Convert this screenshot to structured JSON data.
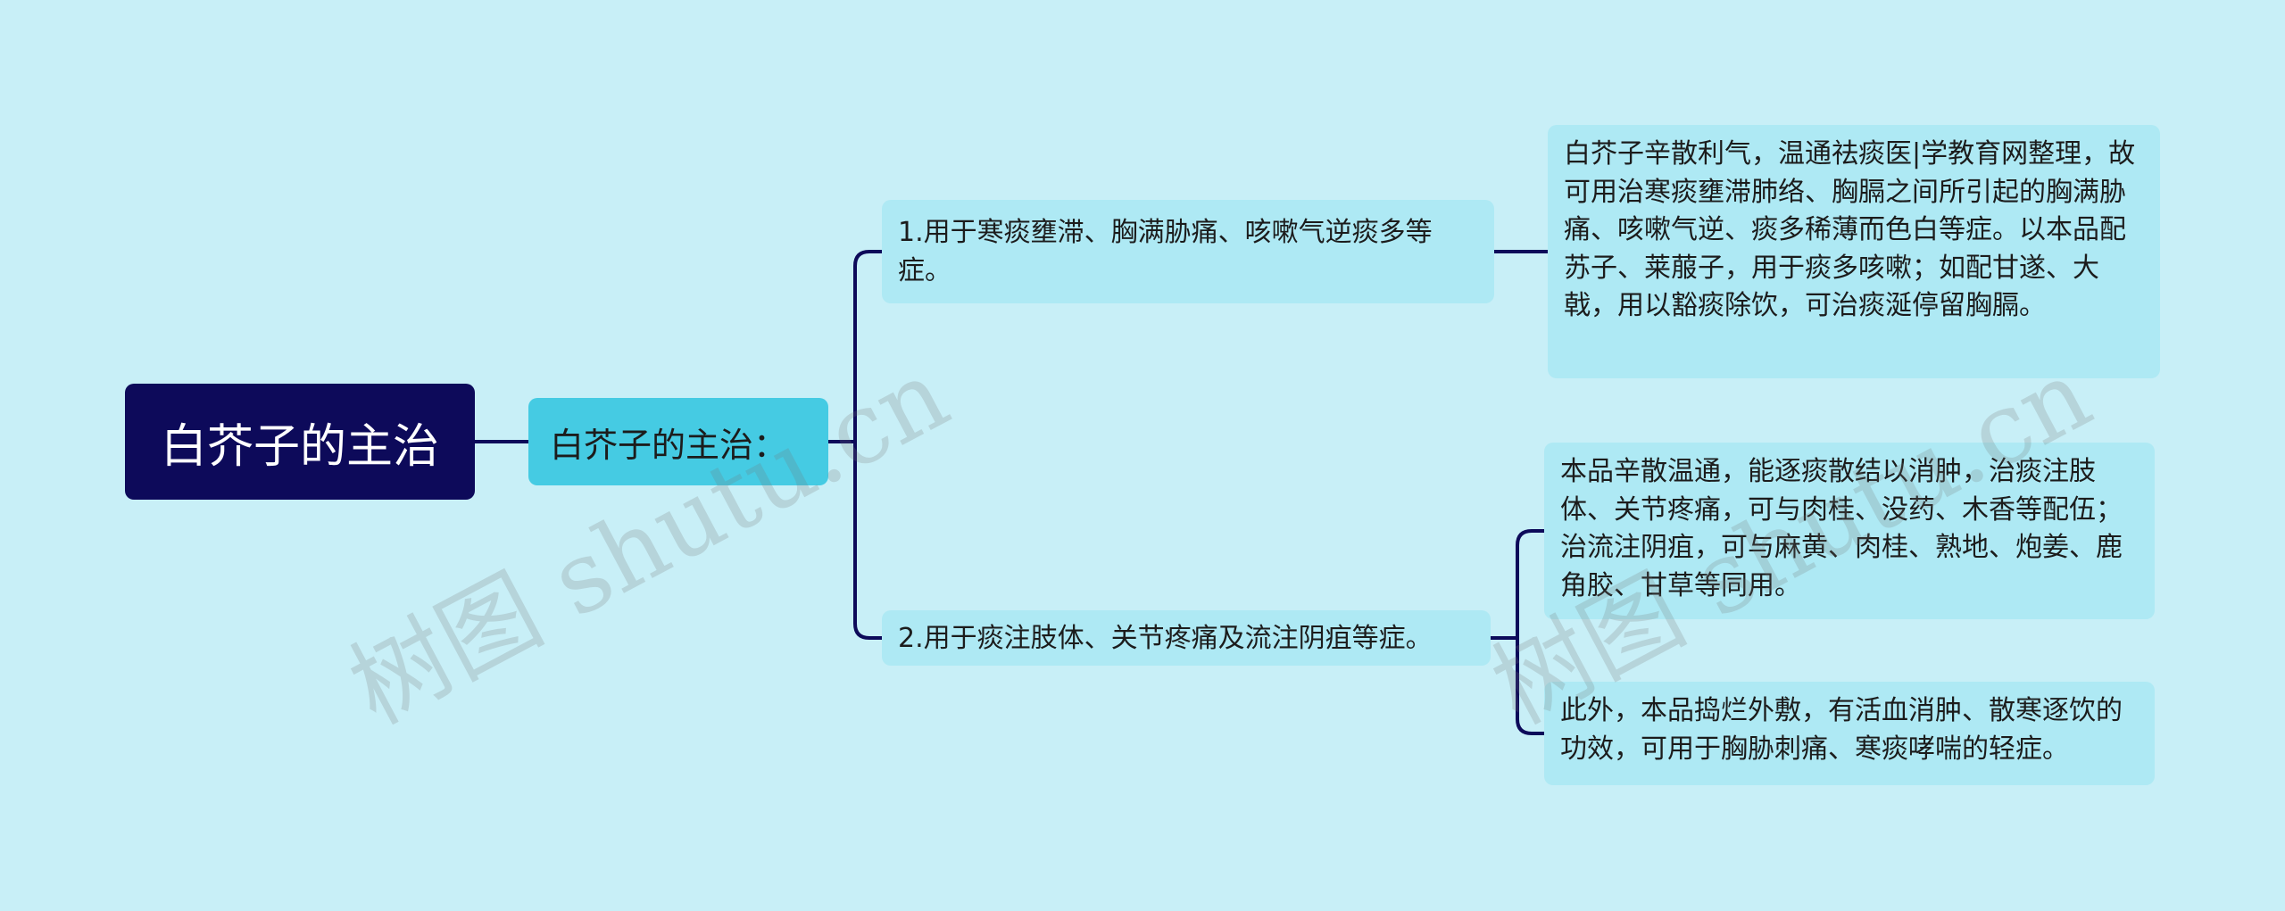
{
  "diagram": {
    "root": "白芥子的主治",
    "mid": "白芥子的主治：",
    "branches": [
      "1.用于寒痰壅滞、胸满胁痛、咳嗽气逆痰多等症。",
      "2.用于痰注肢体、关节疼痛及流注阴疽等症。"
    ],
    "leaves": [
      "白芥子辛散利气，温通祛痰医|学教育网整理，故可用治寒痰壅滞肺络、胸膈之间所引起的胸满胁痛、咳嗽气逆、痰多稀薄而色白等症。以本品配苏子、莱菔子，用于痰多咳嗽；如配甘遂、大戟，用以豁痰除饮，可治痰涎停留胸膈。",
      "本品辛散温通，能逐痰散结以消肿，治痰注肢体、关节疼痛，可与肉桂、没药、木香等配伍；治流注阴疽，可与麻黄、肉桂、熟地、炮姜、鹿角胶、甘草等同用。",
      "此外，本品捣烂外敷，有活血消肿、散寒逐饮的功效，可用于胸胁刺痛、寒痰哮喘的轻症。"
    ]
  },
  "watermark": "树图 shutu.cn",
  "colors": {
    "background": "#c8eff7",
    "root": "#0d0a5a",
    "mid": "#45cbe3",
    "node": "#aee9f4",
    "connector": "#0d0a5a"
  }
}
